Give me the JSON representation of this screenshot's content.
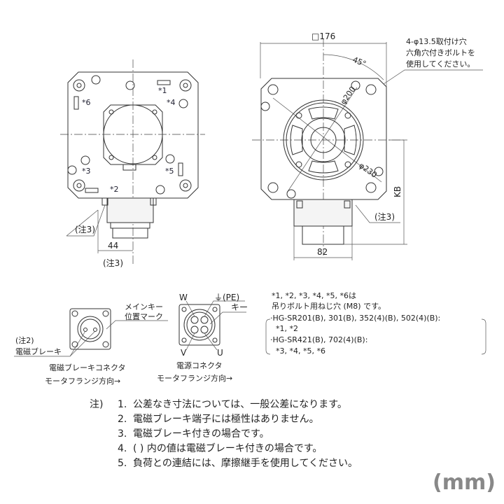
{
  "left_view": {
    "bolt_labels": [
      "*1",
      "*2",
      "*3",
      "*4",
      "*5",
      "*6"
    ],
    "note_ref_1": "(注3)",
    "dim_44": "44",
    "note_ref_2": "(注3)"
  },
  "right_view": {
    "dim_square": "□176",
    "angle": "45°",
    "dia_200": "φ200",
    "dia_230": "φ230",
    "dim_kb": "KB",
    "dim_82": "82",
    "note_ref": "(注3)",
    "mount_callout": [
      "4-φ13.5取付け穴",
      "六角穴付きボルトを",
      "使用してください。"
    ]
  },
  "bolt_note": {
    "lines": [
      "*1, *2, *3, *4, *5, *6は",
      "吊りボルト用ねじ穴 (M8) です。"
    ],
    "items": [
      "·HG-SR201(B), 301(B), 352(4)(B), 502(4)(B):",
      " *1, *2",
      "·HG-SR421(B), 702(4)(B):",
      " *3, *4, *5, *6"
    ]
  },
  "brake_connector": {
    "key_mark": [
      "メインキー",
      "位置マーク"
    ],
    "note": "(注2)",
    "brake": "電磁ブレーキ",
    "title": "電磁ブレーキコネクタ",
    "direction": "モータフランジ方向→"
  },
  "power_connector": {
    "pins": {
      "w": "W",
      "pe": "⏚(PE)",
      "key": "キー",
      "v": "V",
      "u": "U"
    },
    "title": "電源コネクタ",
    "direction": "モータフランジ方向→"
  },
  "notes": {
    "prefix": "注)",
    "items": [
      {
        "num": "1.",
        "text": "公差なき寸法については、一般公差になります。"
      },
      {
        "num": "2.",
        "text": "電磁ブレーキ端子には極性はありません。"
      },
      {
        "num": "3.",
        "text": "電磁ブレーキ付きの場合です。"
      },
      {
        "num": "4.",
        "text": "(   ) 内の値は電磁ブレーキ付きの場合です。"
      },
      {
        "num": "5.",
        "text": "負荷との連結には、摩擦継手を使用してください。"
      }
    ]
  },
  "unit": "(mm)"
}
